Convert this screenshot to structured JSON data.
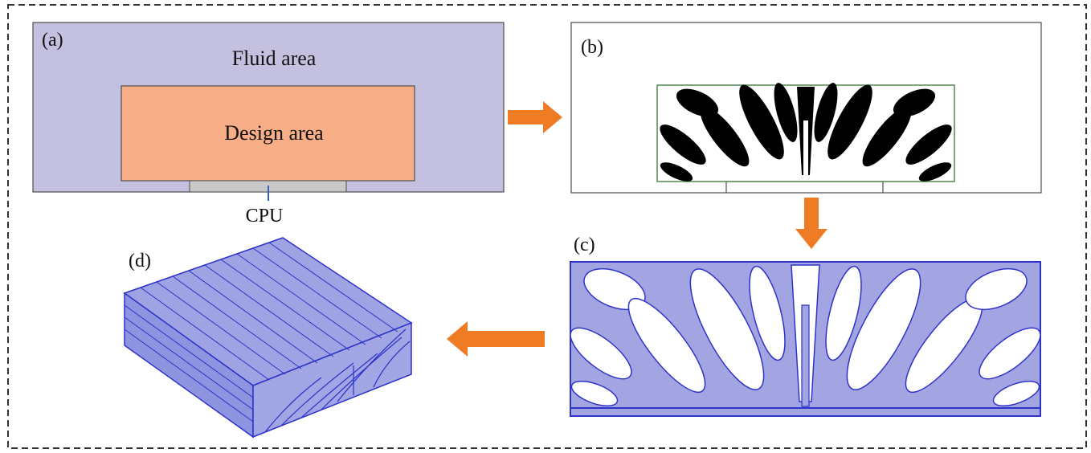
{
  "panels": {
    "a": {
      "label": "(a)",
      "fluid_text": "Fluid area",
      "design_text": "Design area",
      "cpu_text": "CPU",
      "colors": {
        "fluid": "#c4c0df",
        "design": "#f7ae86",
        "cpu": "#c9c9c9",
        "stroke": "#4d4d4d",
        "pin": "#2f63b5"
      }
    },
    "b": {
      "label": "(b)",
      "colors": {
        "solid": "#000000",
        "channel": "#ffffff",
        "edge": "#4f8a4f"
      }
    },
    "c": {
      "label": "(c)",
      "colors": {
        "channel": "#a3a5e2",
        "edge": "#2e33c8"
      }
    },
    "d": {
      "label": "(d)",
      "colors": {
        "top": "#9fa3e3",
        "side": "#8a8fe0",
        "line": "#2b32c9"
      }
    }
  },
  "arrows": {
    "color": "#f07b25"
  },
  "border": {
    "style": "dashed",
    "color": "#333333"
  }
}
